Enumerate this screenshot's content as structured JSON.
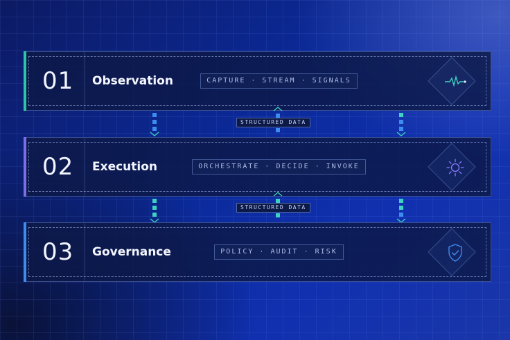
{
  "layers": [
    {
      "number": "01",
      "title": "Observation",
      "tags": "CAPTURE · STREAM · SIGNALS",
      "accent": "#2ec4a6",
      "icon": "pulse-icon"
    },
    {
      "number": "02",
      "title": "Execution",
      "tags": "ORCHESTRATE · DECIDE · INVOKE",
      "accent": "#7b6ee6",
      "icon": "sun-icon"
    },
    {
      "number": "03",
      "title": "Governance",
      "tags": "POLICY · AUDIT · RISK",
      "accent": "#3f8cf0",
      "icon": "shield-check-icon"
    }
  ],
  "connectors": [
    {
      "label": "STRUCTURED DATA"
    },
    {
      "label": "STRUCTURED DATA"
    }
  ],
  "colors": {
    "teal": "#3fd2c0",
    "blue": "#3f8cf0",
    "violet": "#8a7bff"
  }
}
